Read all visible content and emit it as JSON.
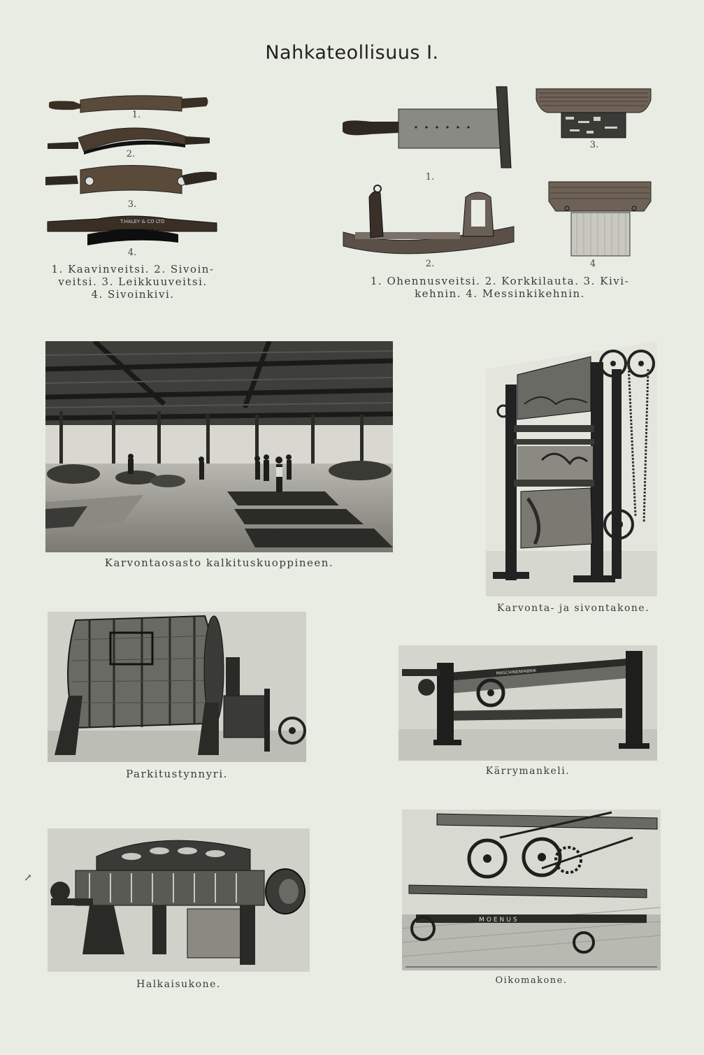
{
  "page": {
    "title": "Nahkateollisuus I."
  },
  "tools_left": {
    "numbers": [
      "1.",
      "2.",
      "3.",
      "4."
    ],
    "caption_lines": [
      "1.  Kaavinveitsi.  2.  Sivoin-",
      "veitsi.  3.  Leikkuuveitsi.",
      "4.  Sivoinkivi."
    ],
    "stamp_text": "T.HALEY & CO LTD"
  },
  "tools_right": {
    "numbers": [
      "1.",
      "2.",
      "3.",
      "4"
    ],
    "caption_lines": [
      "1.  Ohennusveitsi.  2.  Korkkilauta.  3.  Kivi-",
      "kehnin.  4.  Messinkikehnin."
    ]
  },
  "figures": {
    "karvontaosasto": "Karvontaosasto kalkituskuoppineen.",
    "karvonta_kone": "Karvonta- ja sivontakone.",
    "parkitustynnyri": "Parkitustynnyri.",
    "karrymankeli": "Kärrymankeli.",
    "halkaisukone": "Halkaisukone.",
    "oikomakone": "Oikomakone."
  },
  "machine_text": {
    "karrymankeli_plate": "MASCHINENFABRIK",
    "oikomakone_plate": "MOENUS"
  },
  "margin_mark": "↗"
}
